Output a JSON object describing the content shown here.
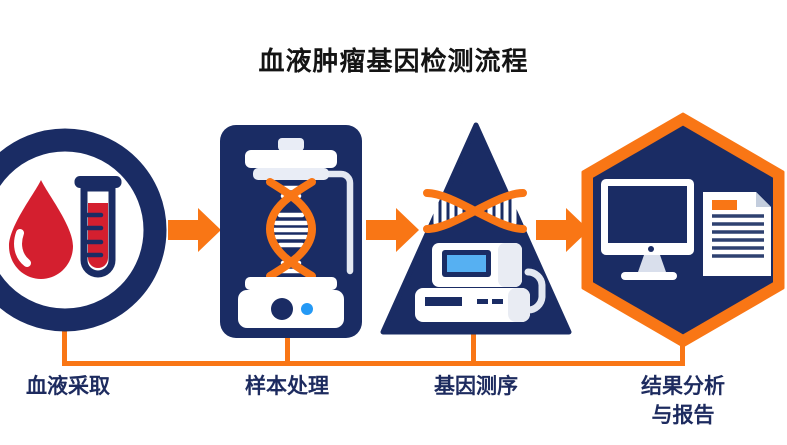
{
  "title": "血液肿瘤基因检测流程",
  "steps": [
    {
      "index": 1,
      "label": "血液采取",
      "shape": "circle-ring",
      "icon": "blood-drop-and-test-tube"
    },
    {
      "index": 2,
      "label": "样本处理",
      "shape": "rounded-rectangle",
      "icon": "dna-extraction-machine"
    },
    {
      "index": 3,
      "label": "基因测序",
      "shape": "triangle",
      "icon": "dna-sequencer"
    },
    {
      "index": 4,
      "label": "结果分析",
      "label_line2": "与报告",
      "shape": "hexagon",
      "icon": "computer-monitor-and-report"
    }
  ],
  "colors": {
    "navy": "#1a2c64",
    "orange": "#f97615",
    "red": "#d41f2f",
    "bright_blue": "#2499f5",
    "screen_blue": "#56b0f2",
    "label_text": "#1d2b5f",
    "title_text": "#141414",
    "background": "#ffffff"
  }
}
